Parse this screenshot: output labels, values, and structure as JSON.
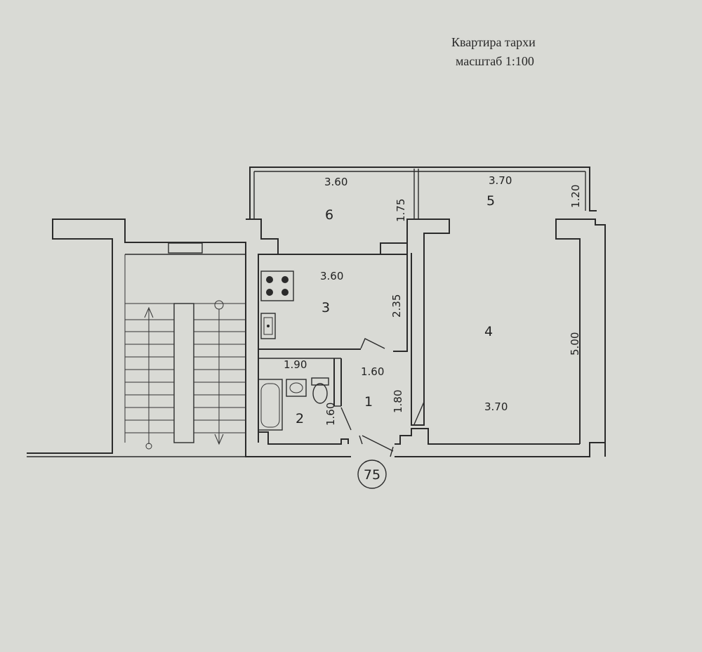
{
  "header": {
    "title": "Квартира тархи",
    "scale": "масштаб 1:100"
  },
  "apartment_number": "75",
  "rooms": [
    {
      "id": "1",
      "label": "1"
    },
    {
      "id": "2",
      "label": "2"
    },
    {
      "id": "3",
      "label": "3"
    },
    {
      "id": "4",
      "label": "4"
    },
    {
      "id": "5",
      "label": "5"
    },
    {
      "id": "6",
      "label": "6"
    }
  ],
  "dimensions": {
    "balcony6_width": "3.60",
    "balcony6_depth": "1.75",
    "balcony5_width": "3.70",
    "balcony5_depth": "1.20",
    "kitchen_width": "3.60",
    "kitchen_depth": "2.35",
    "bath_width": "1.90",
    "bath_depth": "1.60",
    "hall_width": "1.60",
    "hall_depth": "1.80",
    "room4_width": "3.70",
    "room4_depth": "5.00"
  },
  "colors": {
    "paper": "#d9dad5",
    "ink": "#2b2b2b"
  }
}
